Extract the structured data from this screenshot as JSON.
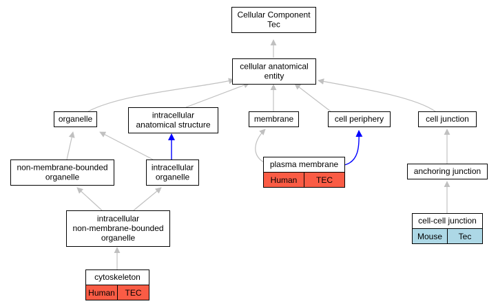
{
  "colors": {
    "edge_default": "#c0c0c0",
    "edge_highlight": "#0000ff",
    "tag_human": "#fa5c45",
    "tag_mouse": "#add8e6"
  },
  "nodes": {
    "root": {
      "lines": [
        "Cellular Component",
        "Tec"
      ]
    },
    "cae": {
      "lines": [
        "cellular anatomical",
        "entity"
      ]
    },
    "organelle": {
      "lines": [
        "organelle"
      ]
    },
    "ias": {
      "lines": [
        "intracellular",
        "anatomical structure"
      ]
    },
    "membrane": {
      "lines": [
        "membrane"
      ]
    },
    "cellperiphery": {
      "lines": [
        "cell periphery"
      ]
    },
    "celljunction": {
      "lines": [
        "cell junction"
      ]
    },
    "nmbo": {
      "lines": [
        "non-membrane-bounded",
        "organelle"
      ]
    },
    "io": {
      "lines": [
        "intracellular",
        "organelle"
      ]
    },
    "pm": {
      "lines": [
        "plasma membrane"
      ],
      "tags": [
        {
          "label": "Human",
          "color": "tag_human"
        },
        {
          "label": "TEC",
          "color": "tag_human"
        }
      ]
    },
    "aj": {
      "lines": [
        "anchoring junction"
      ]
    },
    "inmbo": {
      "lines": [
        "intracellular",
        "non-membrane-bounded",
        "organelle"
      ]
    },
    "ccj": {
      "lines": [
        "cell-cell junction"
      ],
      "tags": [
        {
          "label": "Mouse",
          "color": "tag_mouse"
        },
        {
          "label": "Tec",
          "color": "tag_mouse"
        }
      ]
    },
    "cyto": {
      "lines": [
        "cytoskeleton"
      ],
      "tags": [
        {
          "label": "Human",
          "color": "tag_human"
        },
        {
          "label": "TEC",
          "color": "tag_human"
        }
      ]
    }
  }
}
